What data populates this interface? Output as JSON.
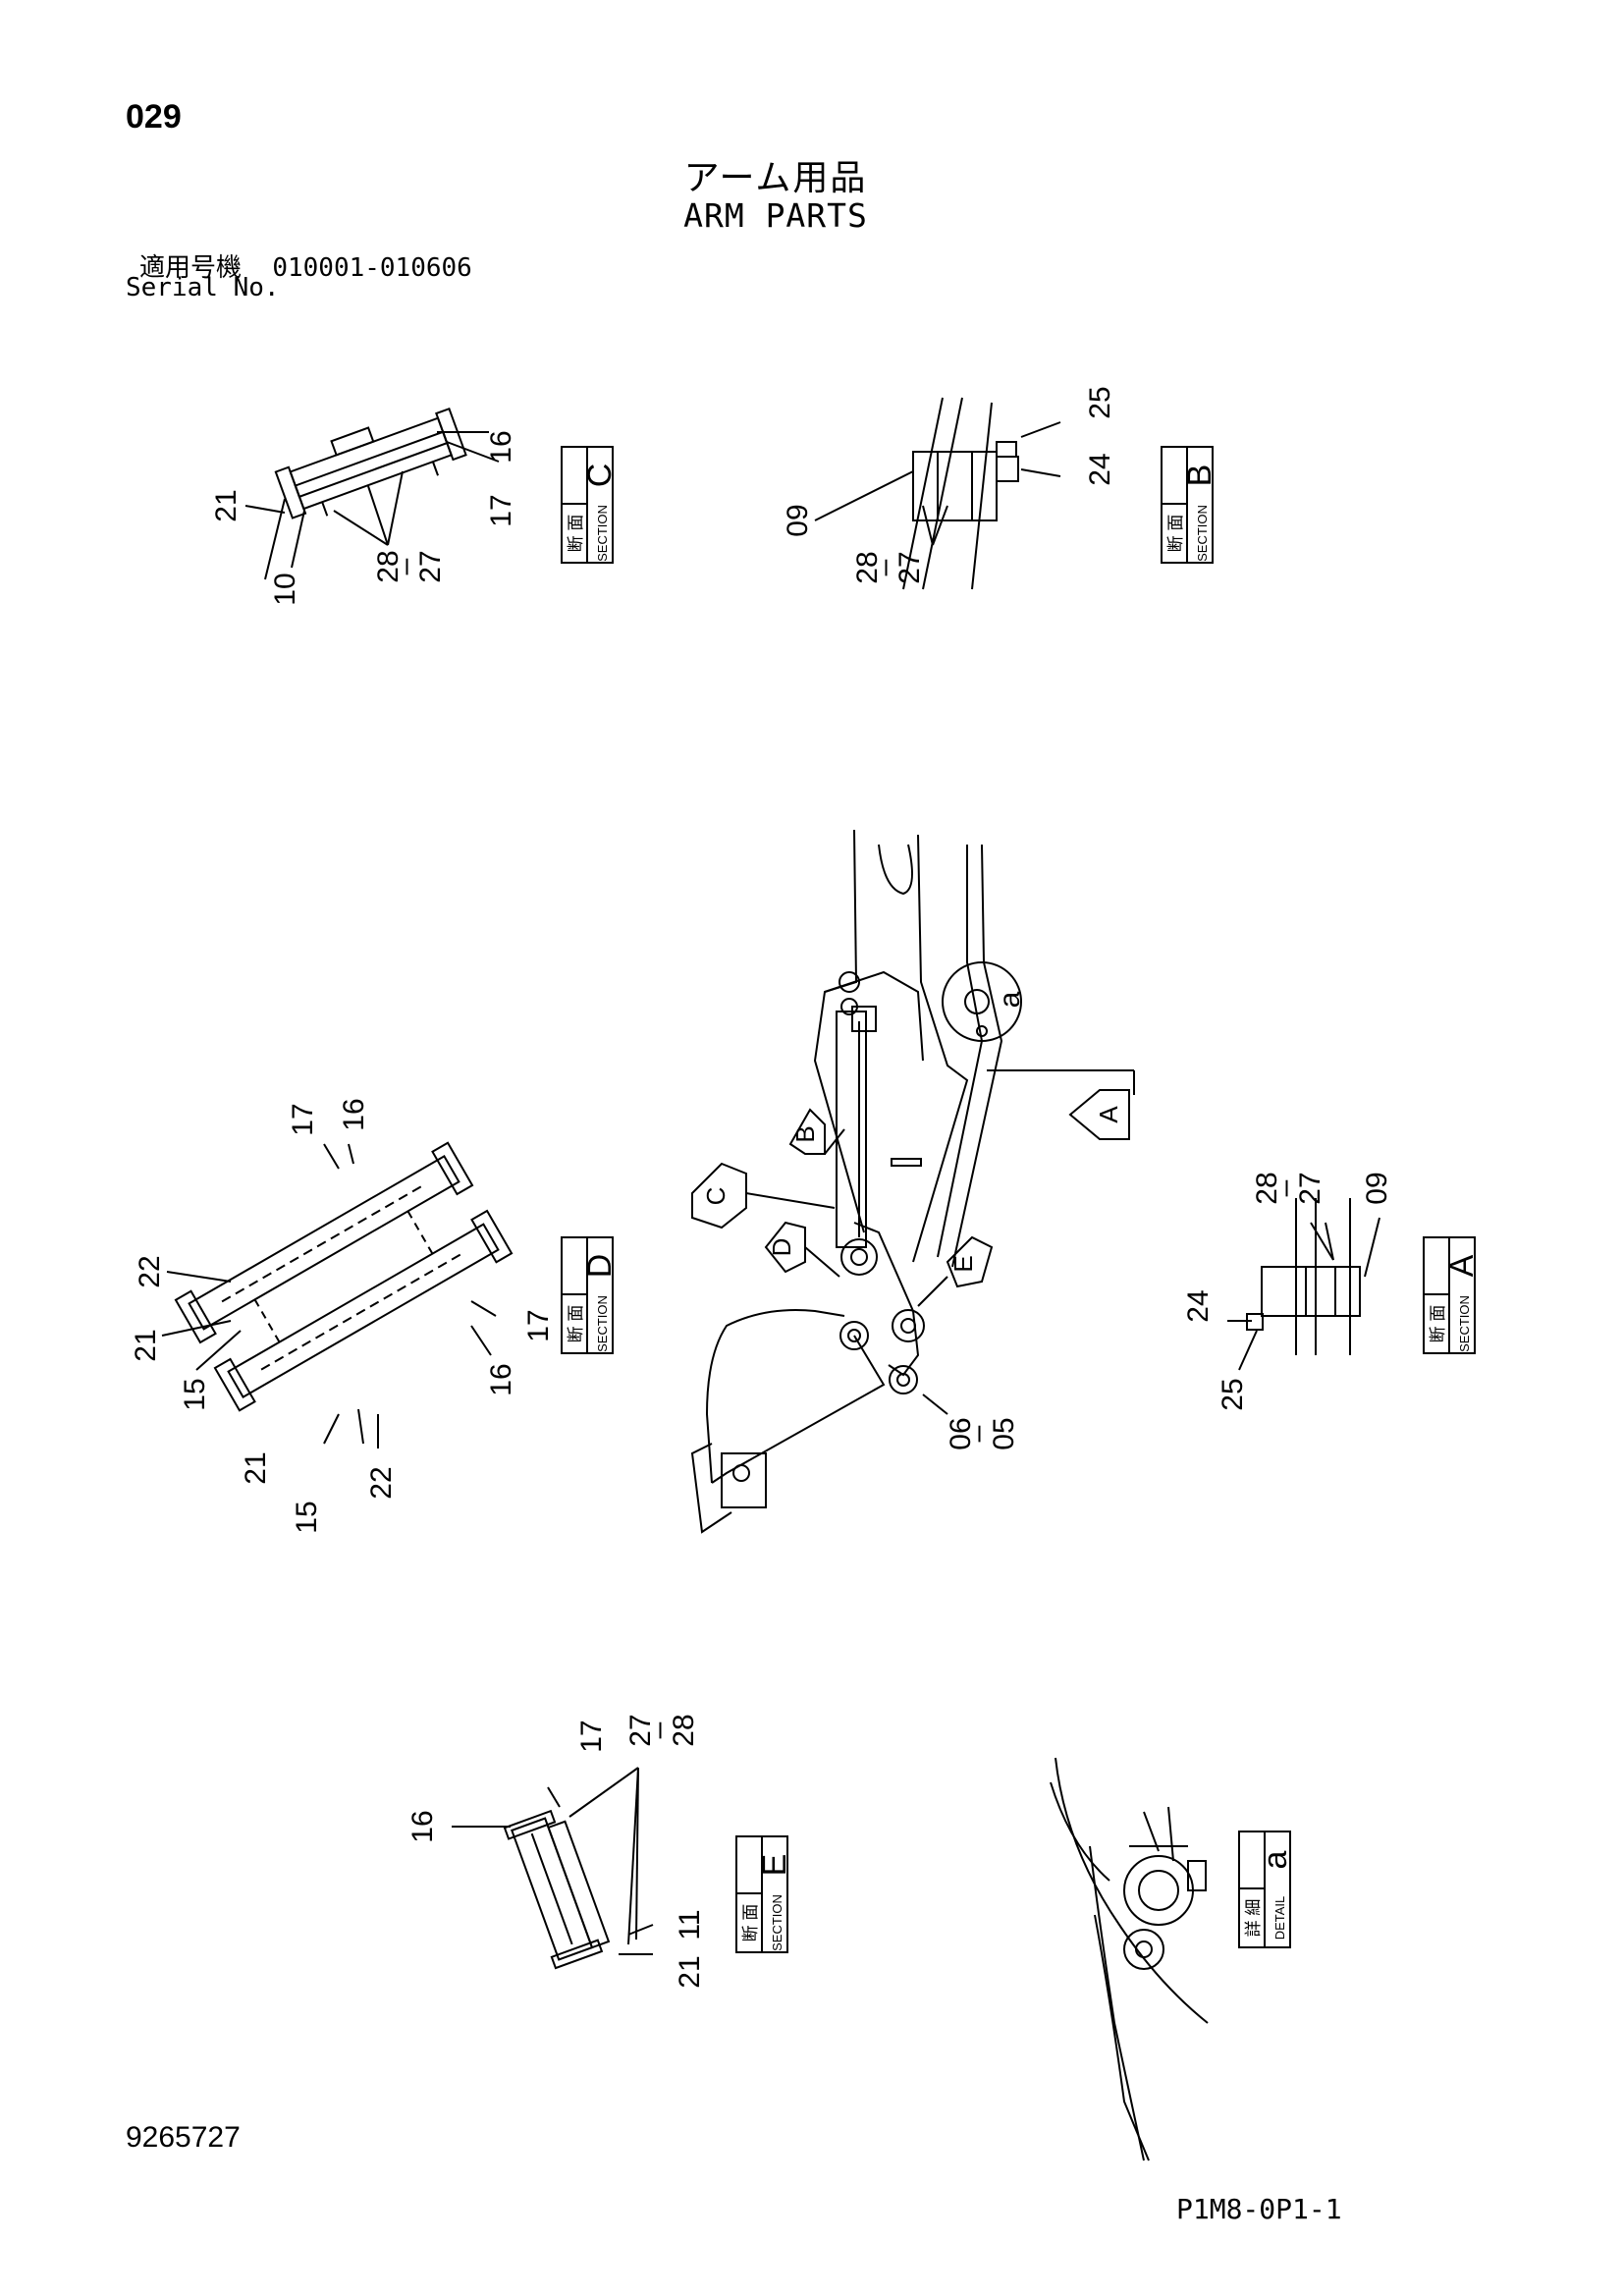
{
  "page_number": "029",
  "title_ja": "アーム用品",
  "title_en": "ARM PARTS",
  "serial_label_ja": "適用号機",
  "serial_range": "010001-010606",
  "serial_label_en": "Serial No.",
  "doc_number": "9265727",
  "page_code": "P1M8-0P1-1",
  "views": {
    "section_c": {
      "letter": "C",
      "kanji": "断 面",
      "label": "SECTION",
      "parts": [
        "16",
        "17",
        "21",
        "10",
        "28",
        "27"
      ]
    },
    "section_b": {
      "letter": "B",
      "kanji": "断 面",
      "label": "SECTION",
      "parts": [
        "25",
        "24",
        "09",
        "28",
        "27"
      ]
    },
    "section_d": {
      "letter": "D",
      "kanji": "断 面",
      "label": "SECTION",
      "parts": [
        "17",
        "16",
        "22",
        "21",
        "15",
        "17",
        "16",
        "21",
        "15",
        "22"
      ]
    },
    "section_a": {
      "letter": "A",
      "kanji": "断 面",
      "label": "SECTION",
      "parts": [
        "28",
        "27",
        "09",
        "24",
        "25"
      ]
    },
    "section_e": {
      "letter": "E",
      "kanji": "断 面",
      "label": "SECTION",
      "parts": [
        "17",
        "27",
        "28",
        "16",
        "11",
        "21"
      ]
    },
    "detail_a": {
      "letter": "a",
      "kanji": "詳 細",
      "label": "DETAIL"
    }
  },
  "main_view": {
    "callouts": [
      "a",
      "A",
      "B",
      "C",
      "D",
      "E"
    ],
    "parts": [
      "06",
      "05"
    ]
  }
}
